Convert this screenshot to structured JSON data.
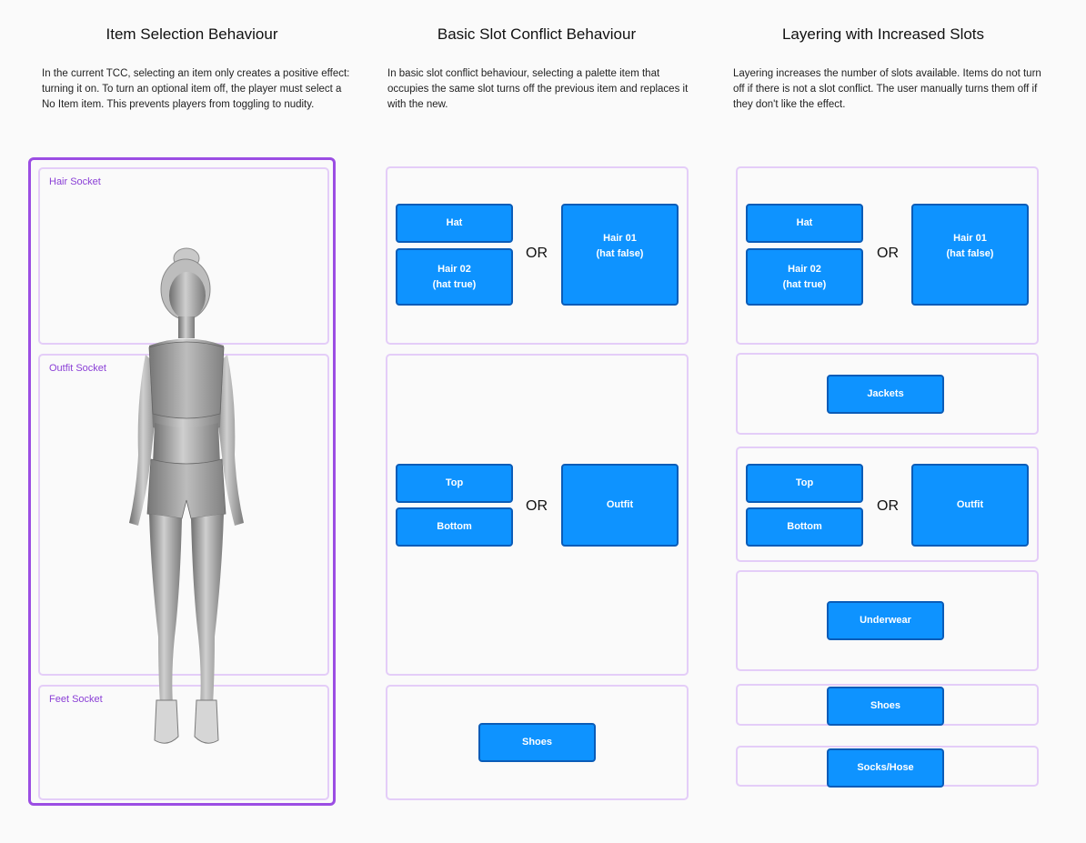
{
  "columns": [
    {
      "title": "Item Selection Behaviour",
      "description": "In the current TCC, selecting an item only creates a positive effect: turning it on. To turn an optional item off, the player must select a No Item item. This prevents players from toggling to nudity.",
      "sockets": [
        "Hair Socket",
        "Outfit Socket",
        "Feet Socket"
      ]
    },
    {
      "title": "Basic Slot Conflict Behaviour",
      "description": "In basic slot conflict behaviour, selecting a palette item that occupies the same slot turns off the previous item and replaces it with the new."
    },
    {
      "title": "Layering with Increased Slots",
      "description": "Layering increases the number of slots available. Items do not turn off if there is not a slot conflict. The user manually turns them off if they don't like the effect."
    }
  ],
  "items": {
    "hat": "Hat",
    "hair02_line1": "Hair 02",
    "hair02_line2": "(hat true)",
    "hair01_line1": "Hair 01",
    "hair01_line2": "(hat false)",
    "top": "Top",
    "bottom": "Bottom",
    "outfit": "Outfit",
    "shoes": "Shoes",
    "jackets": "Jackets",
    "underwear": "Underwear",
    "socks": "Socks/Hose",
    "or": "OR"
  },
  "colors": {
    "item_fill": "#0e93ff",
    "item_border": "#0a5cb8",
    "slot_border": "#e4cdf8",
    "selected_frame": "#9b4de3",
    "socket_label": "#8a3fd6"
  }
}
